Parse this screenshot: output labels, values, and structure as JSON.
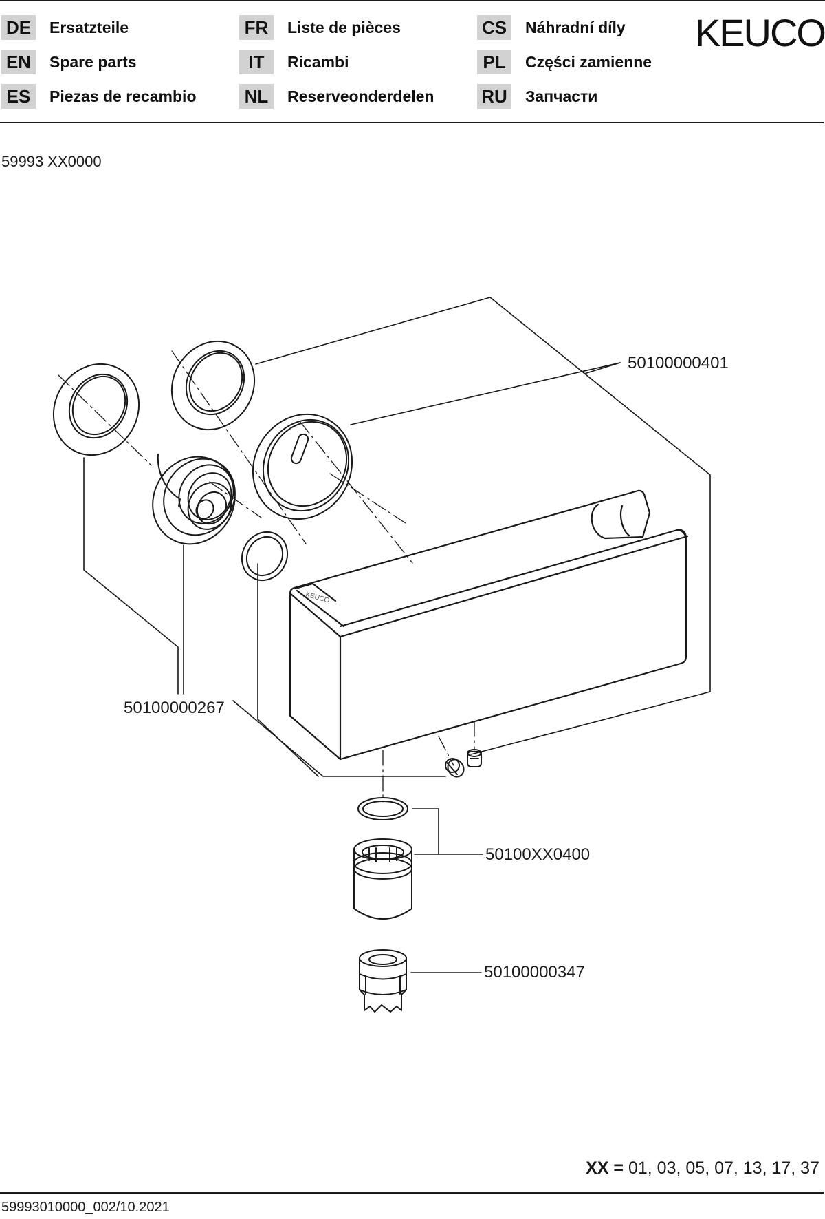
{
  "header": {
    "languages": [
      {
        "code": "DE",
        "name": "Ersatzteile"
      },
      {
        "code": "EN",
        "name": "Spare parts"
      },
      {
        "code": "ES",
        "name": "Piezas de recambio"
      },
      {
        "code": "FR",
        "name": "Liste de pièces"
      },
      {
        "code": "IT",
        "name": "Ricambi"
      },
      {
        "code": "NL",
        "name": "Reserveonderdelen"
      },
      {
        "code": "CS",
        "name": "Náhradní díly"
      },
      {
        "code": "PL",
        "name": "Części zamienne"
      },
      {
        "code": "RU",
        "name": "Запчасти"
      }
    ],
    "brand": "KEUCO"
  },
  "product_code": "59993 XX0000",
  "parts": [
    {
      "number": "50100000401"
    },
    {
      "number": "50100000267"
    },
    {
      "number": "50100XX0400"
    },
    {
      "number": "50100000347"
    }
  ],
  "product_marking": "KEUCO",
  "footer": {
    "variants_key": "XX =",
    "variants_values": "01, 03, 05, 07, 13, 17, 37",
    "document_id": "59993010000_002/10.2021"
  }
}
